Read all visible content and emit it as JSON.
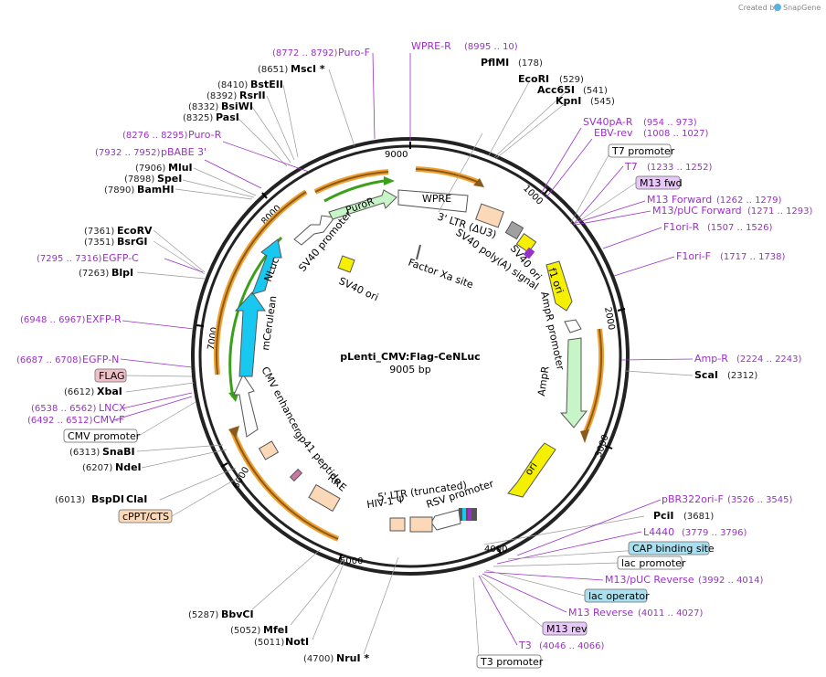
{
  "credit": {
    "prefix": "Created by",
    "app": "SnapGene"
  },
  "plasmid": {
    "name": "pLenti_CMV:Flag-CeNLuc",
    "length": "9005 bp"
  },
  "ticks": [
    "1000",
    "2000",
    "3000",
    "4000",
    "5000",
    "6000",
    "7000",
    "8000",
    "9000"
  ],
  "enzymes": [
    {
      "name": "PflMI",
      "pos": "(178)"
    },
    {
      "name": "EcoRI",
      "pos": "(529)"
    },
    {
      "name": "Acc65I",
      "pos": "(541)"
    },
    {
      "name": "KpnI",
      "pos": "(545)"
    },
    {
      "name": "ScaI",
      "pos": "(2312)"
    },
    {
      "name": "PciI",
      "pos": "(3681)"
    },
    {
      "name": "NruI *",
      "pos": "(4700)"
    },
    {
      "name": "NotI",
      "pos": "(5011)"
    },
    {
      "name": "MfeI",
      "pos": "(5052)"
    },
    {
      "name": "BbvCI",
      "pos": "(5287)"
    },
    {
      "name": "ClaI",
      "pos": ""
    },
    {
      "name": "BspDI",
      "pos": "(6013)"
    },
    {
      "name": "NdeI",
      "pos": "(6207)"
    },
    {
      "name": "SnaBI",
      "pos": "(6313)"
    },
    {
      "name": "XbaI",
      "pos": "(6612)"
    },
    {
      "name": "BlpI",
      "pos": "(7263)"
    },
    {
      "name": "BsrGI",
      "pos": "(7351)"
    },
    {
      "name": "EcoRV",
      "pos": "(7361)"
    },
    {
      "name": "BamHI",
      "pos": "(7890)"
    },
    {
      "name": "SpeI",
      "pos": "(7898)"
    },
    {
      "name": "MluI",
      "pos": "(7906)"
    },
    {
      "name": "PasI",
      "pos": "(8325)"
    },
    {
      "name": "BsiWI",
      "pos": "(8332)"
    },
    {
      "name": "RsrII",
      "pos": "(8392)"
    },
    {
      "name": "BstEII",
      "pos": "(8410)"
    },
    {
      "name": "MscI *",
      "pos": "(8651)"
    }
  ],
  "primers": [
    {
      "name": "WPRE-R",
      "pos": "(8995 .. 10)"
    },
    {
      "name": "Puro-F",
      "pos": "(8772 .. 8792)"
    },
    {
      "name": "Puro-R",
      "pos": "(8276 .. 8295)"
    },
    {
      "name": "pBABE 3'",
      "pos": "(7932 .. 7952)"
    },
    {
      "name": "EGFP-C",
      "pos": "(7295 .. 7316)"
    },
    {
      "name": "EXFP-R",
      "pos": "(6948 .. 6967)"
    },
    {
      "name": "EGFP-N",
      "pos": "(6687 .. 6708)"
    },
    {
      "name": "LNCX",
      "pos": "(6538 .. 6562)"
    },
    {
      "name": "CMV-F",
      "pos": "(6492 .. 6512)"
    },
    {
      "name": "SV40pA-R",
      "pos": "(954 .. 973)"
    },
    {
      "name": "EBV-rev",
      "pos": "(1008 .. 1027)"
    },
    {
      "name": "T7",
      "pos": "(1233 .. 1252)"
    },
    {
      "name": "M13 Forward",
      "pos": "(1262 .. 1279)"
    },
    {
      "name": "M13/pUC Forward",
      "pos": "(1271 .. 1293)"
    },
    {
      "name": "F1ori-R",
      "pos": "(1507 .. 1526)"
    },
    {
      "name": "F1ori-F",
      "pos": "(1717 .. 1738)"
    },
    {
      "name": "Amp-R",
      "pos": "(2224 .. 2243)"
    },
    {
      "name": "pBR322ori-F",
      "pos": "(3526 .. 3545)"
    },
    {
      "name": "L4440",
      "pos": "(3779 .. 3796)"
    },
    {
      "name": "M13/pUC Reverse",
      "pos": "(3992 .. 4014)"
    },
    {
      "name": "M13 Reverse",
      "pos": "(4011 .. 4027)"
    },
    {
      "name": "T3",
      "pos": "(4046 .. 4066)"
    }
  ],
  "boxed_features": [
    {
      "name": "T7 promoter"
    },
    {
      "name": "M13 fwd"
    },
    {
      "name": "FLAG"
    },
    {
      "name": "CMV promoter"
    },
    {
      "name": "cPPT/CTS"
    },
    {
      "name": "CAP binding site"
    },
    {
      "name": "lac promoter"
    },
    {
      "name": "lac operator"
    },
    {
      "name": "M13 rev"
    },
    {
      "name": "T3 promoter"
    }
  ],
  "inner_features": [
    {
      "name": "WPRE"
    },
    {
      "name": "3' LTR (ΔU3)"
    },
    {
      "name": "SV40 poly(A) signal"
    },
    {
      "name": "SV40 ori"
    },
    {
      "name": "f1 ori"
    },
    {
      "name": "AmpR promoter"
    },
    {
      "name": "AmpR"
    },
    {
      "name": "ori"
    },
    {
      "name": "RSV promoter"
    },
    {
      "name": "5' LTR (truncated)"
    },
    {
      "name": "HIV-1 Ψ"
    },
    {
      "name": "RRE"
    },
    {
      "name": "gp41 peptide"
    },
    {
      "name": "CMV enhancer"
    },
    {
      "name": "mCerulean"
    },
    {
      "name": "NLuc"
    },
    {
      "name": "SV40 promoter"
    },
    {
      "name": "PuroR"
    },
    {
      "name": "SV40 ori"
    },
    {
      "name": "Factor Xa site"
    }
  ],
  "colors": {
    "backbone": "#222222",
    "primer": "#9b30c8",
    "orf_outline": "#f0a030",
    "orf_fill": "#8b5a1a",
    "green_arrow": "#3aa01a",
    "yellow": "#f5f000",
    "cyan": "#18c8f0",
    "lightgreen": "#c8f5c8",
    "peach": "#fbd8b8",
    "gray": "#a0a0a0",
    "boxed_purple": "#e8c8f8",
    "boxed_pink": "#f0c0c8",
    "boxed_blue": "#a8e0f0",
    "boxed_peach": "#fbd8b8"
  }
}
